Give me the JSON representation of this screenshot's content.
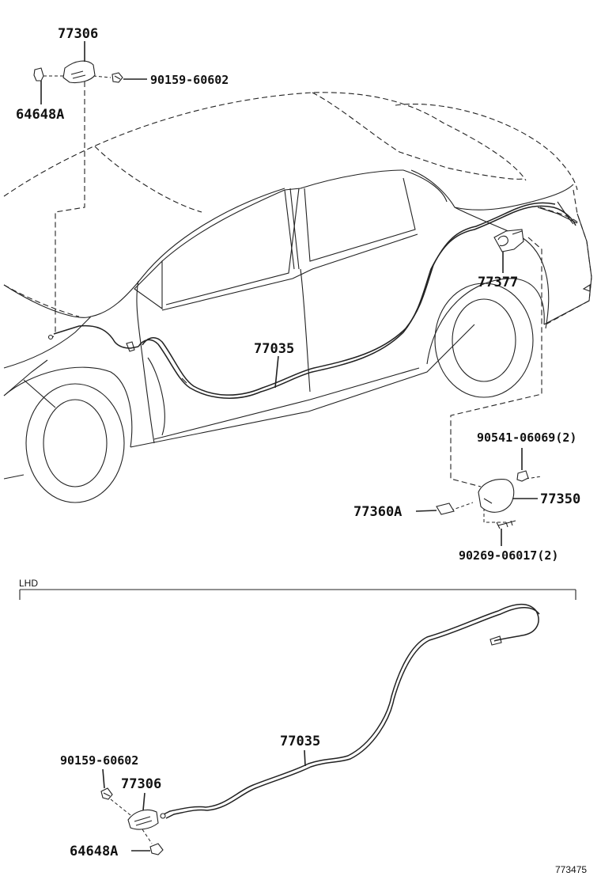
{
  "callouts": {
    "upper_77306": "77306",
    "upper_90159": "90159-60602",
    "upper_64648A": "64648A",
    "upper_77377": "77377",
    "upper_77035": "77035",
    "p90541": "90541-06069(2)",
    "p77350": "77350",
    "p77360A": "77360A",
    "p90269": "90269-06017(2)",
    "lower_77035": "77035",
    "lower_90159": "90159-60602",
    "lower_77306": "77306",
    "lower_64648A": "64648A"
  },
  "section_label": "LHD",
  "figure_id": "773475"
}
